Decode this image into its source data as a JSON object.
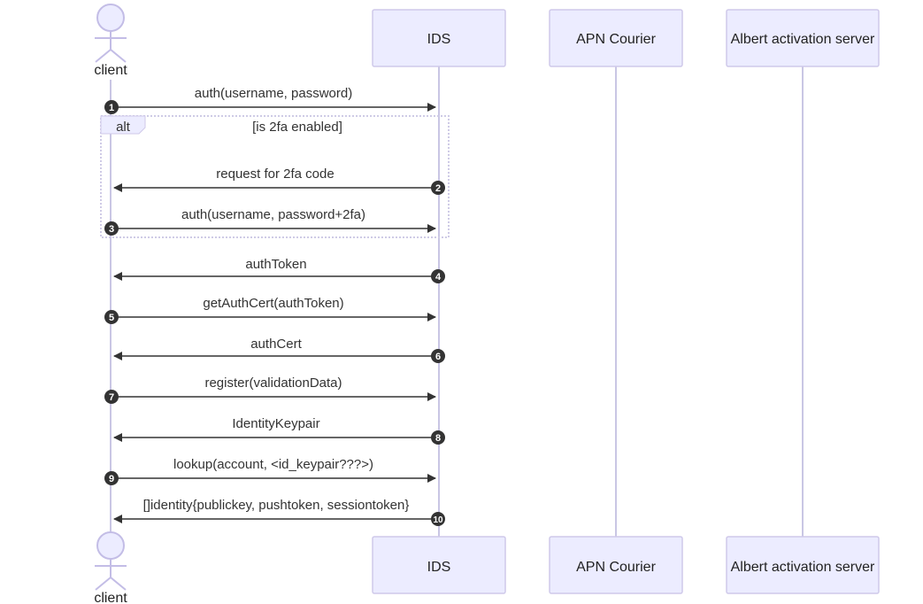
{
  "participants": {
    "client": "client",
    "ids": "IDS",
    "apn": "APN Courier",
    "albert": "Albert activation server"
  },
  "alt": {
    "label": "alt",
    "condition": "[is 2fa enabled]"
  },
  "messages": [
    {
      "num": "1",
      "text": "auth(username, password)"
    },
    {
      "num": "2",
      "text": "request for 2fa code"
    },
    {
      "num": "3",
      "text": "auth(username, password+2fa)"
    },
    {
      "num": "4",
      "text": "authToken"
    },
    {
      "num": "5",
      "text": "getAuthCert(authToken)"
    },
    {
      "num": "6",
      "text": "authCert"
    },
    {
      "num": "7",
      "text": "register(validationData)"
    },
    {
      "num": "8",
      "text": "IdentityKeypair"
    },
    {
      "num": "9",
      "text": "lookup(account, <id_keypair???>)"
    },
    {
      "num": "10",
      "text": "[]identity{publickey, pushtoken, sessiontoken}"
    }
  ]
}
